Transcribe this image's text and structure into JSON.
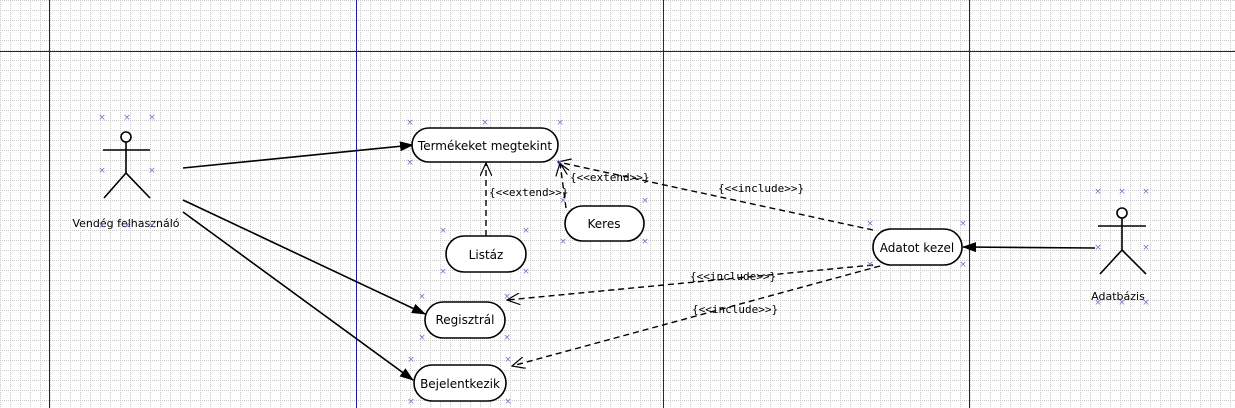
{
  "colors": {
    "page_border_lines": "#1a1aa6",
    "grid_dots": "#cfcfcf",
    "selection_marks": "#6a78d8",
    "stroke": "#000000"
  },
  "actors": {
    "guest": {
      "name": "Vendég felhasználó"
    },
    "database": {
      "name": "Adatbázis"
    }
  },
  "use_cases": {
    "view_products": "Termékeket megtekint",
    "list": "Listáz",
    "search": "Keres",
    "manage_data": "Adatot kezel",
    "register": "Regisztrál",
    "login": "Bejelentkezik"
  },
  "stereotypes": {
    "extend_list": "{<<extend>>}",
    "extend_search": "{<<extend>>}",
    "include_view": "{<<include>>}",
    "include_register": "{<<include>>}",
    "include_login": "{<<include>>}"
  },
  "selection_mark": "×"
}
